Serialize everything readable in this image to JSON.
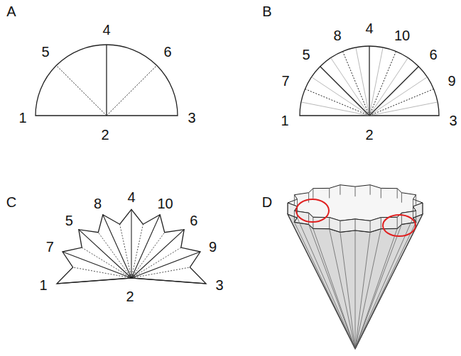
{
  "diagram": {
    "labels": [
      "A",
      "4",
      "5",
      "6",
      "1",
      "2",
      "3",
      "B",
      "8",
      "4",
      "10",
      "5",
      "6",
      "7",
      "9",
      "1",
      "3",
      "2",
      "C",
      "8",
      "4",
      "10",
      "5",
      "6",
      "7",
      "9",
      "1",
      "3",
      "2",
      "D"
    ]
  }
}
